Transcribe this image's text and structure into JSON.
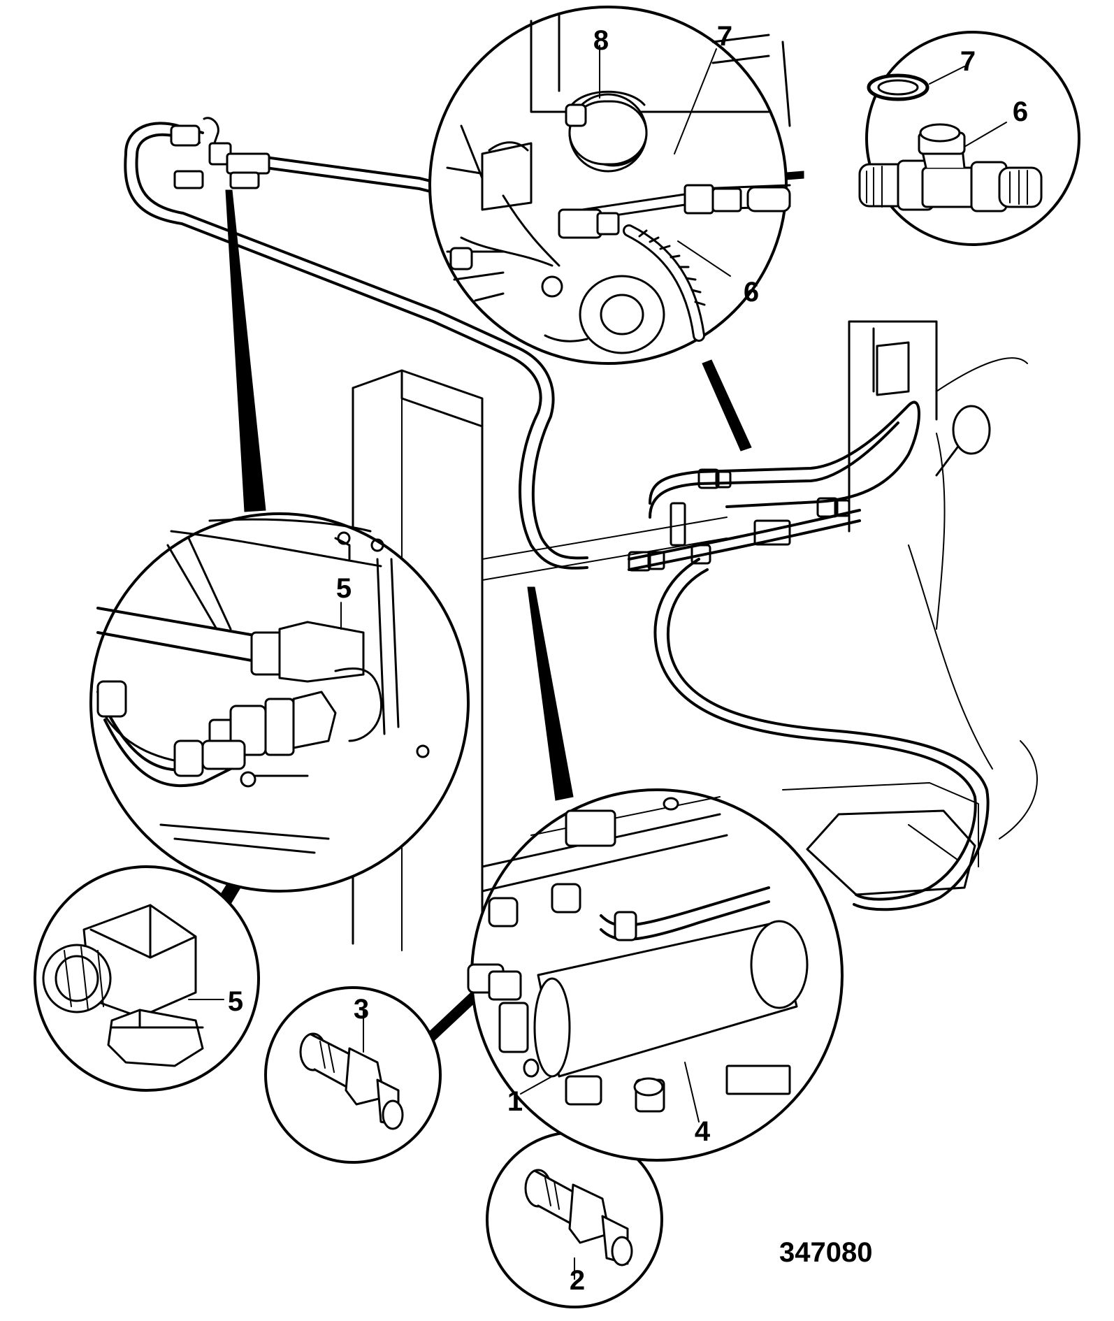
{
  "figure_number": "347080",
  "callouts": {
    "c1": "1",
    "c2": "2",
    "c3": "3",
    "c4": "4",
    "c5a": "5",
    "c5b": "5",
    "c6a": "6",
    "c6b": "6",
    "c7a": "7",
    "c7b": "7",
    "c8": "8"
  },
  "colors": {
    "ink": "#000000",
    "paper": "#ffffff"
  }
}
